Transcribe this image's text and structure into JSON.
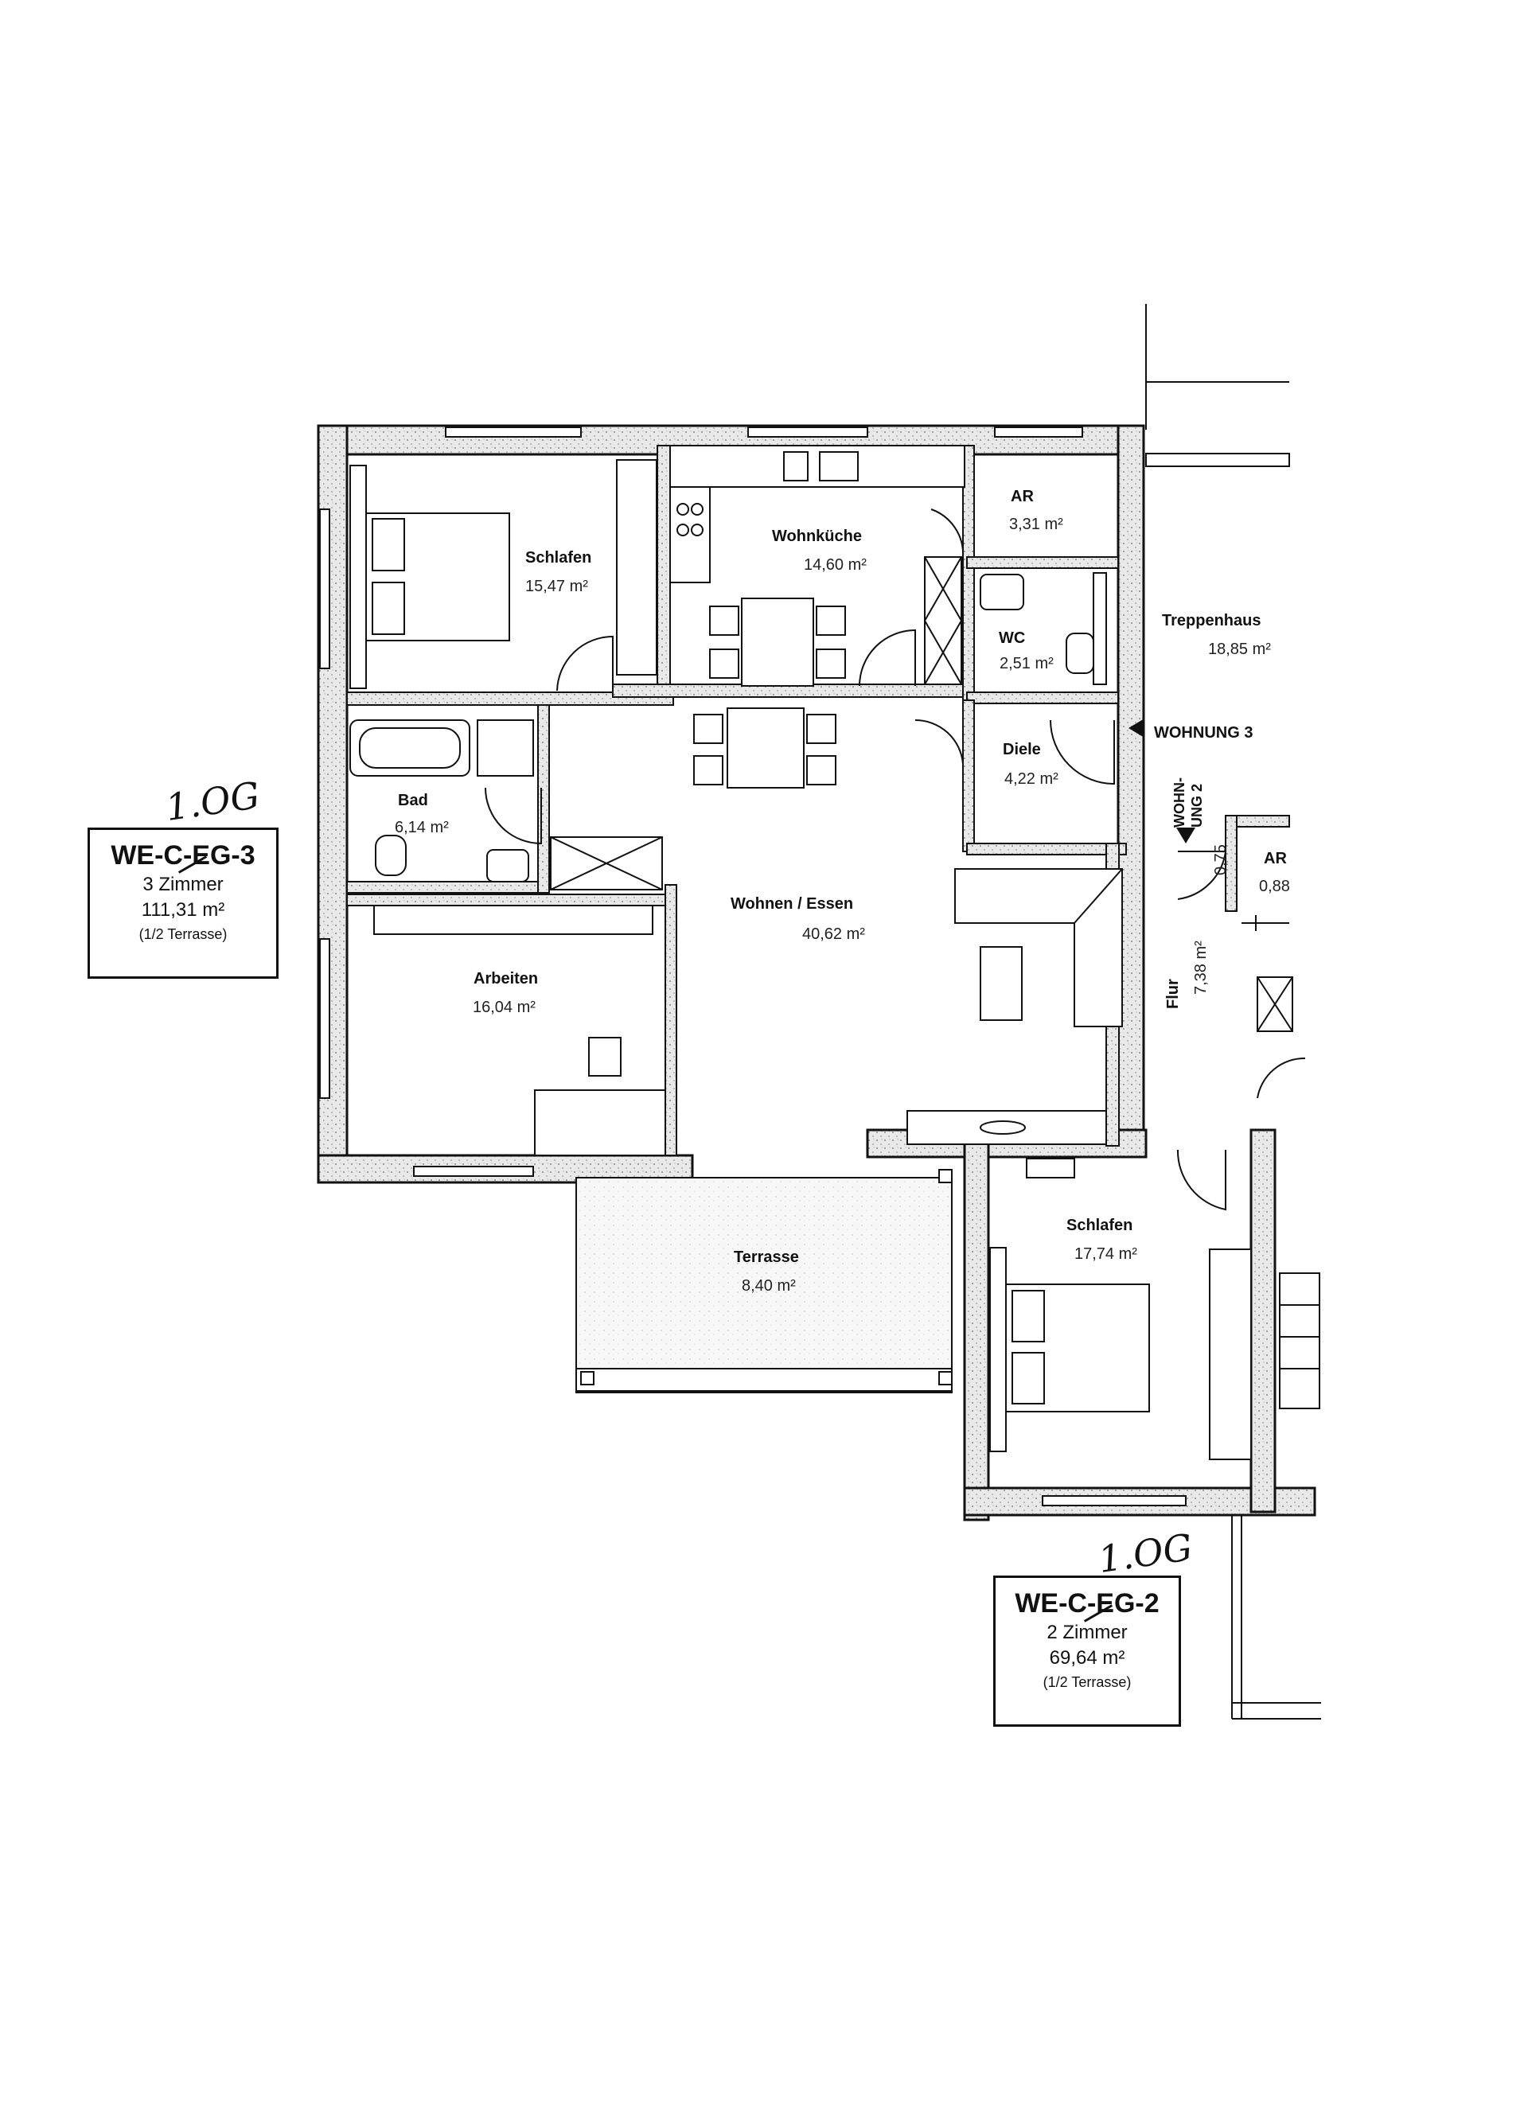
{
  "rooms": {
    "schlafen1": {
      "name": "Schlafen",
      "area": "15,47 m²"
    },
    "wohnkueche": {
      "name": "Wohnküche",
      "area": "14,60 m²"
    },
    "ar1": {
      "name": "AR",
      "area": "3,31 m²"
    },
    "wc": {
      "name": "WC",
      "area": "2,51 m²"
    },
    "treppenhaus": {
      "name": "Treppenhaus",
      "area": "18,85 m²"
    },
    "diele": {
      "name": "Diele",
      "area": "4,22 m²"
    },
    "bad": {
      "name": "Bad",
      "area": "6,14 m²"
    },
    "wohnen": {
      "name": "Wohnen / Essen",
      "area": "40,62 m²"
    },
    "arbeiten": {
      "name": "Arbeiten",
      "area": "16,04 m²"
    },
    "terrasse": {
      "name": "Terrasse",
      "area": "8,40 m²"
    },
    "schlafen2": {
      "name": "Schlafen",
      "area": "17,74 m²"
    },
    "ar2": {
      "name": "AR",
      "area": "0,88"
    },
    "flur": {
      "name": "Flur",
      "area": "7,38 m²"
    }
  },
  "labels": {
    "wohnung3": "WOHNUNG 3",
    "wohnung2_a": "WOHN-",
    "wohnung2_b": "UNG 2",
    "dim": "0,75"
  },
  "units": [
    {
      "id": "WE-C-EG-3",
      "rooms": "3 Zimmer",
      "area": "111,31 m²",
      "note": "(1/2 Terrasse)",
      "handwritten": "1.OG"
    },
    {
      "id": "WE-C-EG-2",
      "rooms": "2 Zimmer",
      "area": "69,64 m²",
      "note": "(1/2 Terrasse)",
      "handwritten": "1.OG"
    }
  ]
}
